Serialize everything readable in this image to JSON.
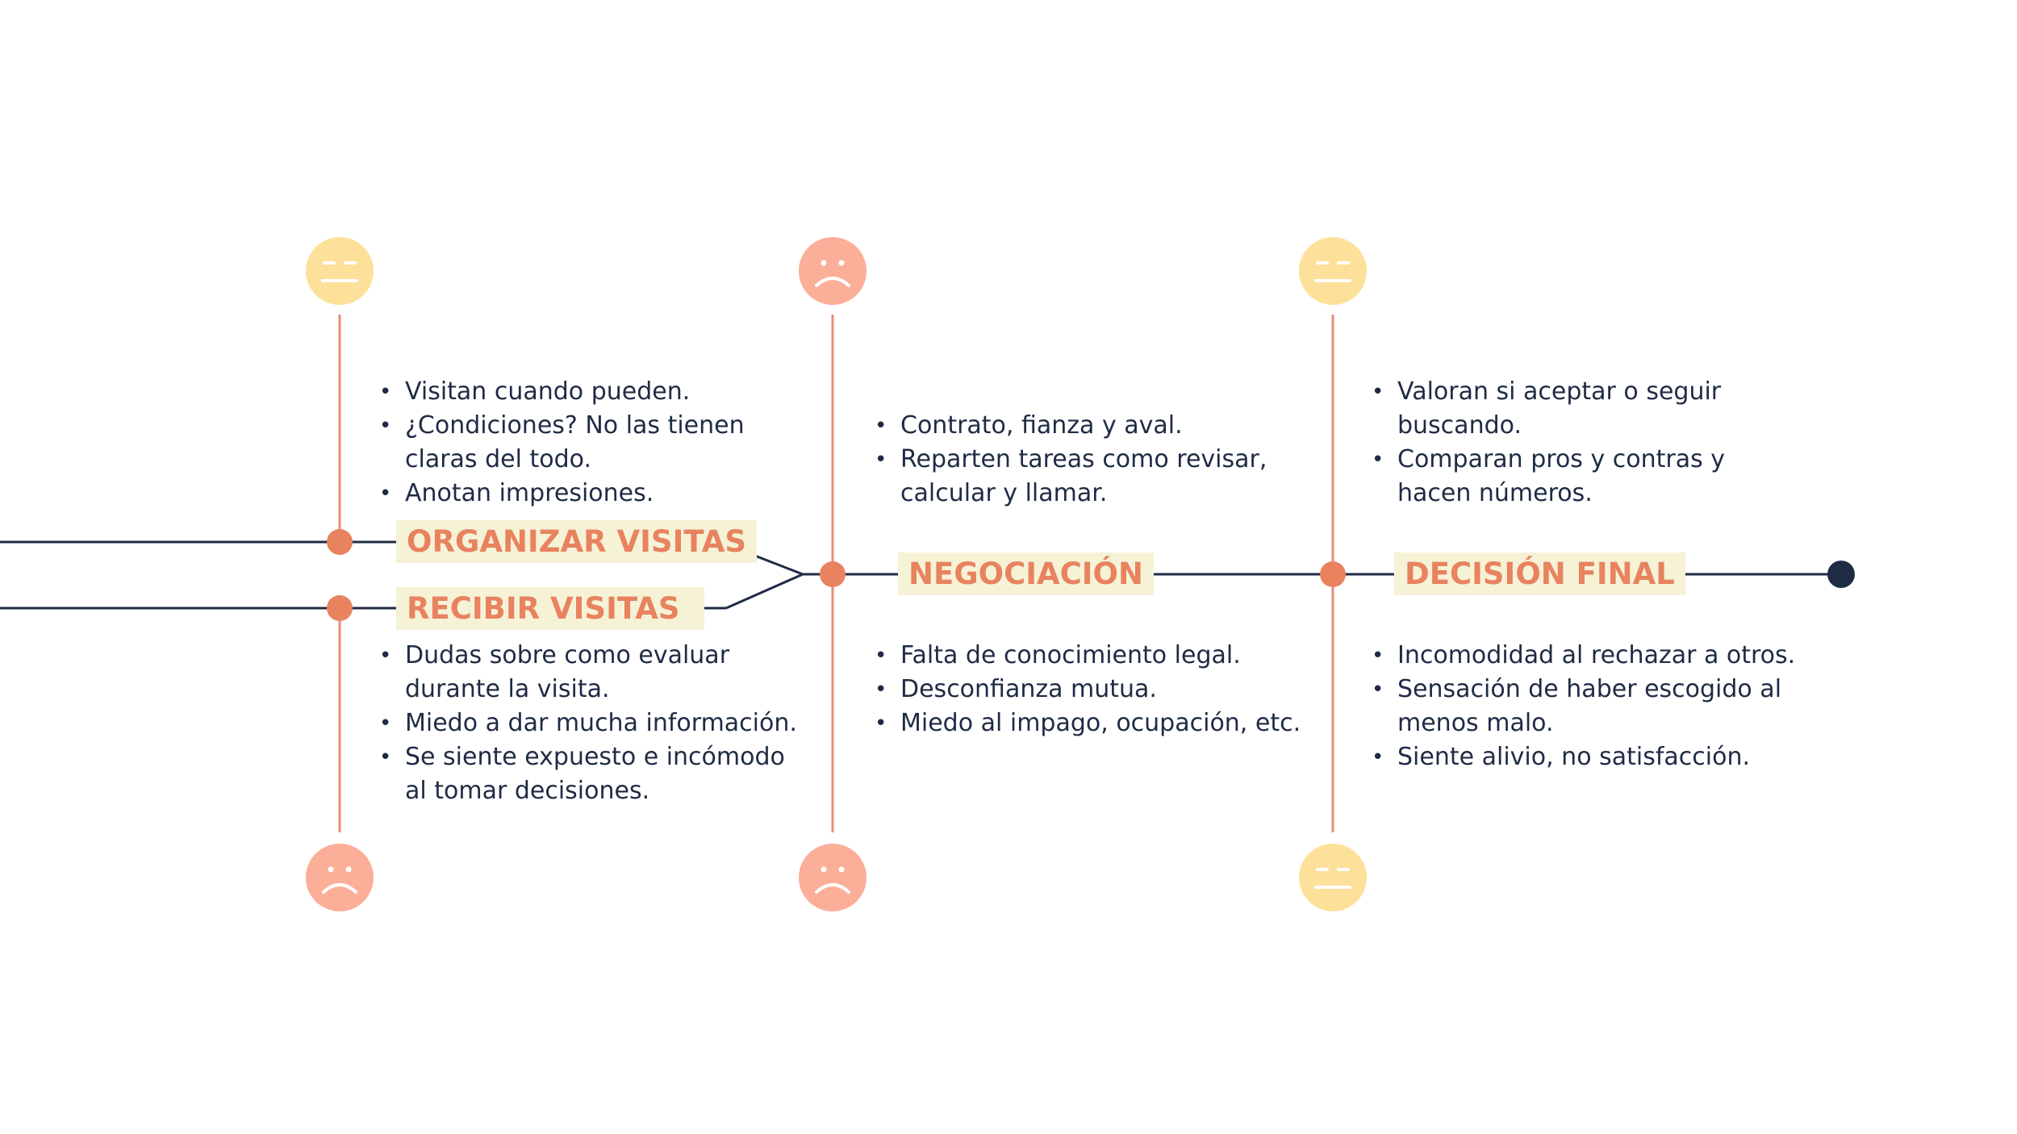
{
  "colors": {
    "line": "#1F2B45",
    "accent": "#E8825F",
    "connector": "#EE8A74",
    "neutral_face": "#FDE19A",
    "sad_face": "#FBAE98",
    "face_feature": "#FFFFFF",
    "label_bg": "#F5F2D6"
  },
  "stages": [
    {
      "label": "ORGANIZAR VISITAS",
      "mood": "neutral-face-icon",
      "notes": [
        "Visitan cuando pueden.",
        "¿Condiciones? No las tienen",
        "claras del todo.",
        "Anotan impresiones."
      ]
    },
    {
      "label": "RECIBIR VISITAS",
      "mood": "sad-face-icon",
      "notes": [
        "Dudas sobre como evaluar",
        "durante la visita.",
        "Miedo a dar mucha información.",
        "Se siente expuesto e incómodo",
        "al tomar decisiones."
      ]
    },
    {
      "label": "NEGOCIACIÓN",
      "mood_top": "sad-face-icon",
      "mood_bottom": "sad-face-icon",
      "notes_top": [
        "Contrato, fianza y aval.",
        "Reparten tareas como revisar,",
        "calcular y llamar."
      ],
      "notes_bottom": [
        "Falta de conocimiento legal.",
        "Desconfianza mutua.",
        "Miedo al impago, ocupación, etc."
      ]
    },
    {
      "label": "DECISIÓN FINAL",
      "mood_top": "neutral-face-icon",
      "mood_bottom": "neutral-face-icon",
      "notes_top": [
        "Valoran si aceptar o seguir",
        "buscando.",
        "Comparan pros y contras y",
        "hacen números."
      ],
      "notes_bottom": [
        "Incomodidad al rechazar a otros.",
        "Sensación de haber escogido al",
        "menos malo.",
        "Siente alivio, no satisfacción."
      ]
    }
  ]
}
